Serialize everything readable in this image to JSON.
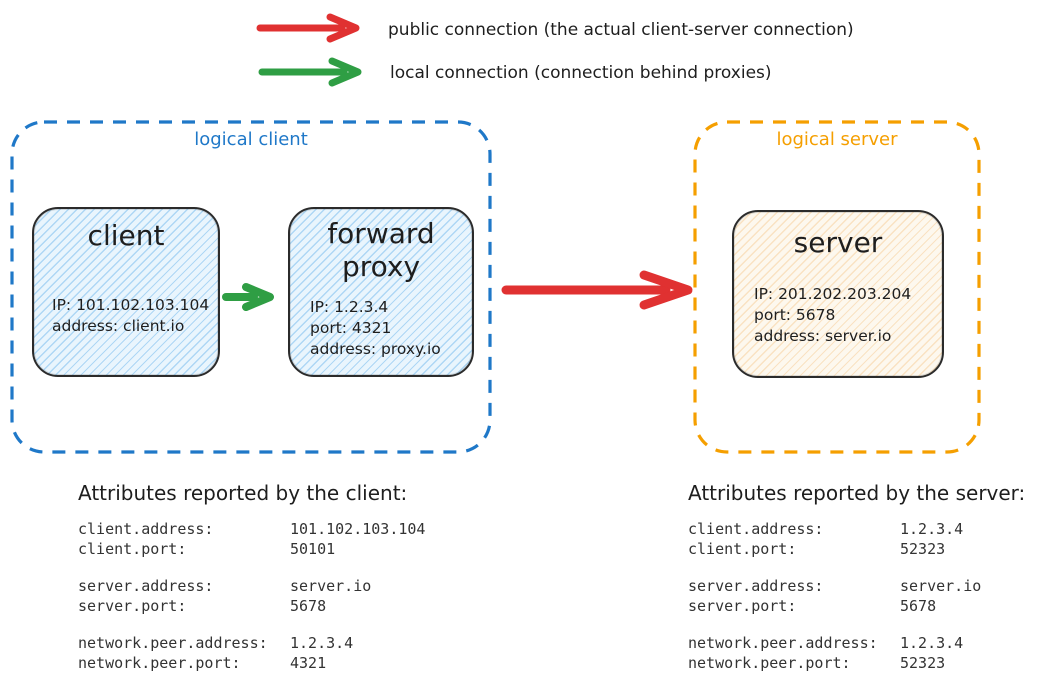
{
  "legend": {
    "public": {
      "label": "public connection (the actual client-server connection)"
    },
    "local": {
      "label": "local connection (connection behind proxies)"
    }
  },
  "logical_client": {
    "label": "logical client",
    "client": {
      "title": "client",
      "lines": [
        "IP: 101.102.103.104",
        "address: client.io"
      ]
    },
    "proxy": {
      "title": "forward proxy",
      "lines": [
        "IP: 1.2.3.4",
        "port: 4321",
        "address: proxy.io"
      ]
    }
  },
  "logical_server": {
    "label": "logical server",
    "server": {
      "title": "server",
      "lines": [
        "IP: 201.202.203.204",
        "port: 5678",
        "address: server.io"
      ]
    }
  },
  "client_attributes": {
    "title": "Attributes reported by the client:",
    "rows": [
      {
        "key": "client.address:",
        "value": "101.102.103.104"
      },
      {
        "key": "client.port:",
        "value": "50101"
      },
      {
        "key": "server.address:",
        "value": "server.io"
      },
      {
        "key": "server.port:",
        "value": "5678"
      },
      {
        "key": "network.peer.address:",
        "value": "1.2.3.4"
      },
      {
        "key": "network.peer.port:",
        "value": "4321"
      }
    ]
  },
  "server_attributes": {
    "title": "Attributes reported by the server:",
    "rows": [
      {
        "key": "client.address:",
        "value": "1.2.3.4"
      },
      {
        "key": "client.port:",
        "value": "52323"
      },
      {
        "key": "server.address:",
        "value": "server.io"
      },
      {
        "key": "server.port:",
        "value": "5678"
      },
      {
        "key": "network.peer.address:",
        "value": "1.2.3.4"
      },
      {
        "key": "network.peer.port:",
        "value": "52323"
      }
    ]
  },
  "colors": {
    "public_arrow": "#e03131",
    "local_arrow": "#2f9e44",
    "client_outline": "#1f78c8",
    "server_outline": "#f59f00",
    "node_border": "#2b2b2b",
    "client_fill": "#e9f5fd",
    "server_fill": "#fdf8ee",
    "ink": "#1e1e1e"
  }
}
